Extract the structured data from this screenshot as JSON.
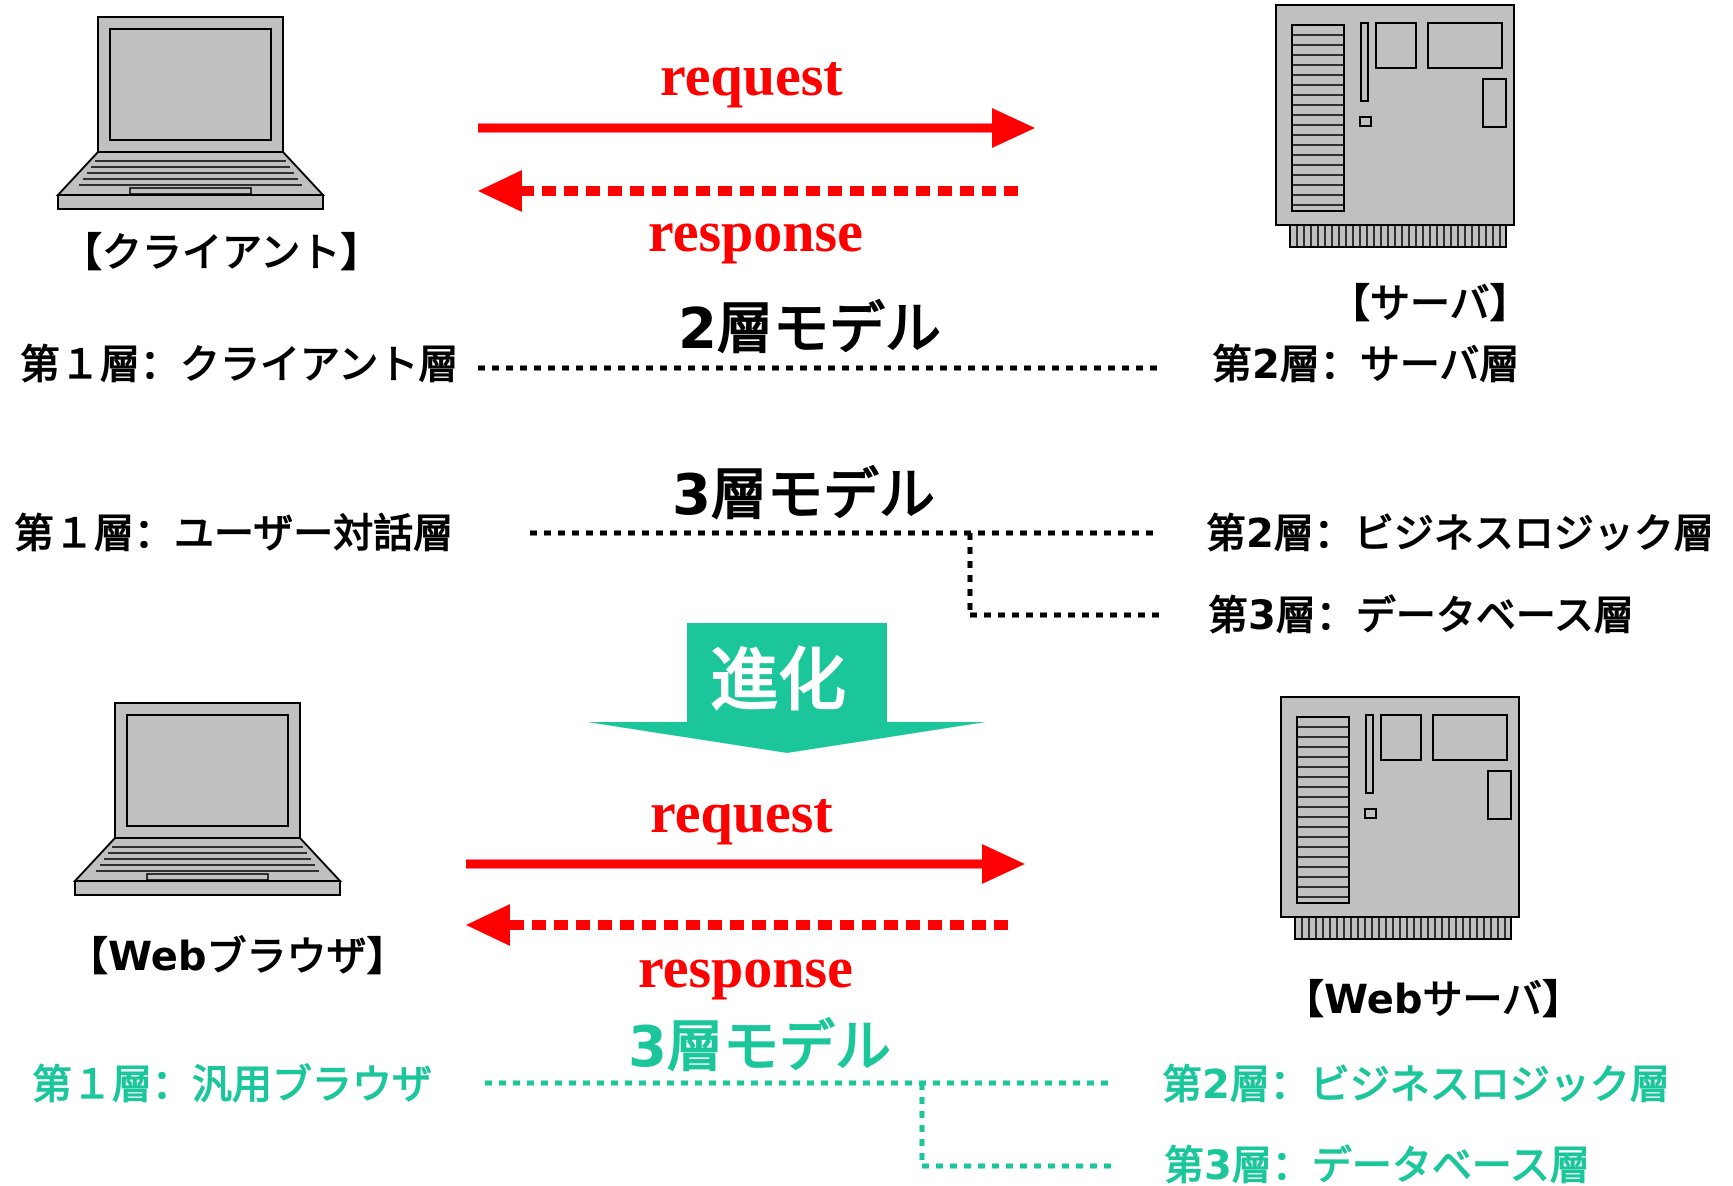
{
  "colors": {
    "black": "#000000",
    "red": "#ff0000",
    "teal": "#1bc79a",
    "device_gray": "#c0c0c0"
  },
  "icons": [
    "laptop-icon",
    "server-icon"
  ],
  "top": {
    "request": "request",
    "response": "response",
    "client_label": "【クライアント】",
    "server_label": "【サーバ】"
  },
  "two_tier": {
    "title": "2層モデル",
    "layer1": "第１層：クライアント層",
    "layer2": "第2層：サーバ層"
  },
  "three_tier": {
    "title": "3層モデル",
    "layer1": "第１層：ユーザー対話層",
    "layer2": "第2層：ビジネスロジック層",
    "layer3": "第3層：データベース層"
  },
  "evolution": {
    "label": "進化"
  },
  "bottom": {
    "request": "request",
    "response": "response",
    "client_label": "【Webブラウザ】",
    "server_label": "【Webサーバ】"
  },
  "web_three_tier": {
    "title": "3層モデル",
    "layer1": "第１層：汎用ブラウザ",
    "layer2": "第2層：ビジネスロジック層",
    "layer3": "第3層：データベース層"
  }
}
